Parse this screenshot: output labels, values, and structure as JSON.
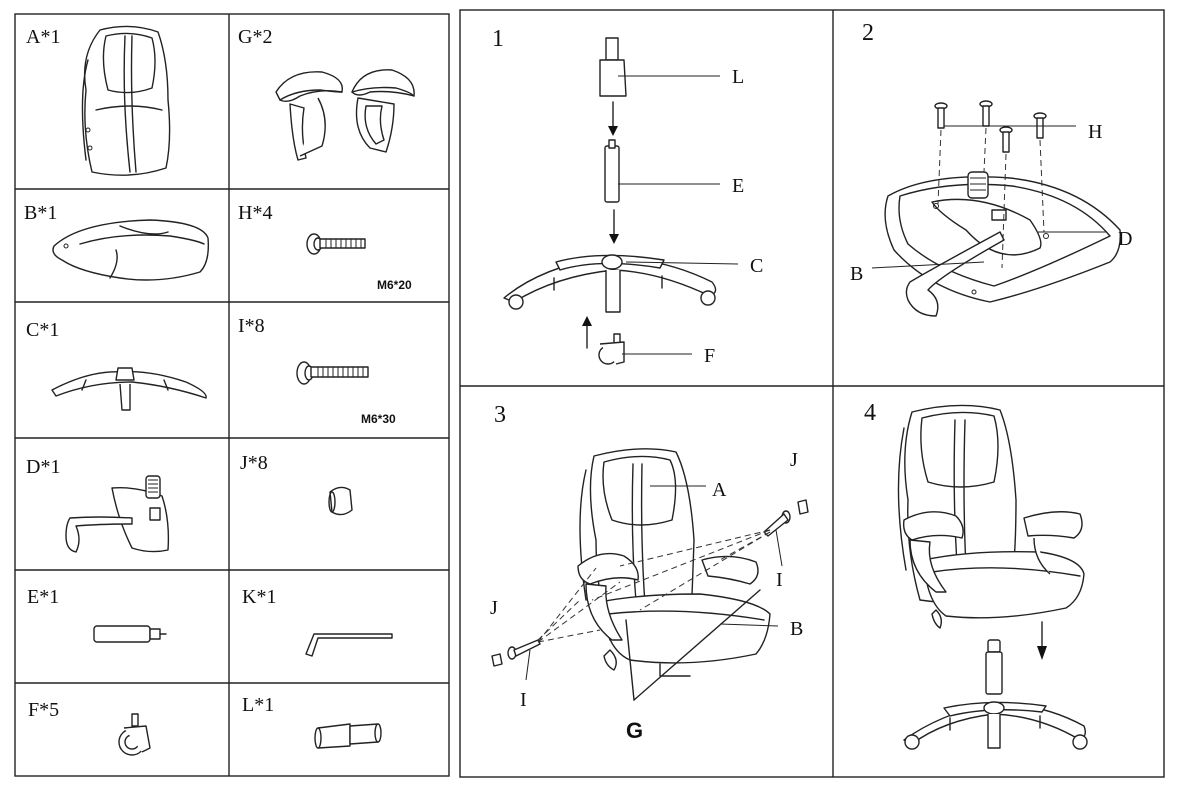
{
  "parts": [
    {
      "code": "A*1"
    },
    {
      "code": "G*2"
    },
    {
      "code": "B*1"
    },
    {
      "code": "H*4",
      "spec": "M6*20"
    },
    {
      "code": "C*1"
    },
    {
      "code": "I*8",
      "spec": "M6*30"
    },
    {
      "code": "D*1"
    },
    {
      "code": "J*8"
    },
    {
      "code": "E*1"
    },
    {
      "code": "K*1"
    },
    {
      "code": "F*5"
    },
    {
      "code": "L*1"
    }
  ],
  "steps": [
    {
      "number": "1",
      "callouts": [
        "L",
        "E",
        "C",
        "F"
      ]
    },
    {
      "number": "2",
      "callouts": [
        "H",
        "D",
        "B"
      ]
    },
    {
      "number": "3",
      "callouts": [
        "A",
        "J",
        "I",
        "B",
        "J",
        "I",
        "G"
      ]
    },
    {
      "number": "4"
    }
  ]
}
